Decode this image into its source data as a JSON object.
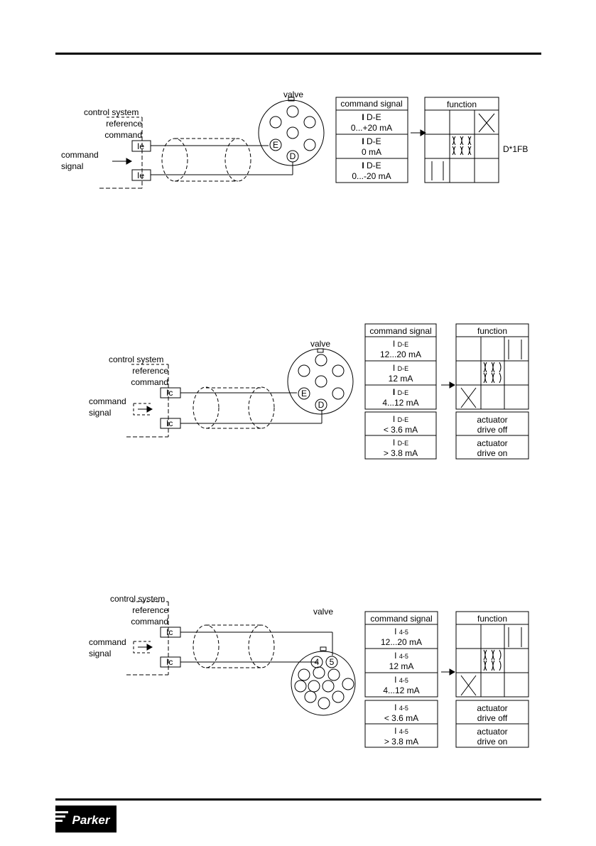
{
  "brand": "Parker",
  "d1": {
    "control_system": "control system",
    "reference": "reference",
    "command": "command",
    "command_signal": [
      "command",
      "signal"
    ],
    "box_label": "Ie",
    "valve": "valve",
    "pin_e": "E",
    "pin_d": "D",
    "table_header": "command signal",
    "function_header": "function",
    "rows": [
      {
        "sym": "I",
        "sub": "D-E",
        "value": "0...+20 mA"
      },
      {
        "sym": "I",
        "sub": "D-E",
        "value": "0 mA"
      },
      {
        "sym": "I",
        "sub": "D-E",
        "value": "0...-20 mA"
      }
    ],
    "code": "D*1FB"
  },
  "d2": {
    "control_system": "control system",
    "reference": "reference",
    "command": "command",
    "command_signal": [
      "command",
      "signal"
    ],
    "box_label": "Ic",
    "valve": "valve",
    "pin_e": "E",
    "pin_d": "D",
    "table_header": "command signal",
    "function_header": "function",
    "rows": [
      {
        "sym": "I",
        "sub": "D-E",
        "value": "12...20 mA"
      },
      {
        "sym": "I",
        "sub": "D-E",
        "value": "12 mA"
      },
      {
        "sym": "I",
        "sub": "D-E",
        "value": "4...12 mA"
      }
    ],
    "extra_rows": [
      {
        "sym": "I",
        "sub": "D-E",
        "value": "< 3.6 mA",
        "function": [
          "actuator",
          "drive off"
        ]
      },
      {
        "sym": "I",
        "sub": "D-E",
        "value": "> 3.8 mA",
        "function": [
          "actuator",
          "drive on"
        ]
      }
    ]
  },
  "d3": {
    "control_system": "control system",
    "reference": "reference",
    "command": "command",
    "command_signal": [
      "command",
      "signal"
    ],
    "box_label": "Ic",
    "valve": "valve",
    "pin_4": "4",
    "pin_5": "5",
    "table_header": "command signal",
    "function_header": "function",
    "rows": [
      {
        "sym": "I",
        "sub": "4-5",
        "value": "12...20 mA"
      },
      {
        "sym": "I",
        "sub": "4-5",
        "value": "12 mA"
      },
      {
        "sym": "I",
        "sub": "4-5",
        "value": "4...12 mA"
      }
    ],
    "extra_rows": [
      {
        "sym": "I",
        "sub": "4-5",
        "value": "< 3.6 mA",
        "function": [
          "actuator",
          "drive off"
        ]
      },
      {
        "sym": "I",
        "sub": "4-5",
        "value": "> 3.8 mA",
        "function": [
          "actuator",
          "drive on"
        ]
      }
    ]
  }
}
